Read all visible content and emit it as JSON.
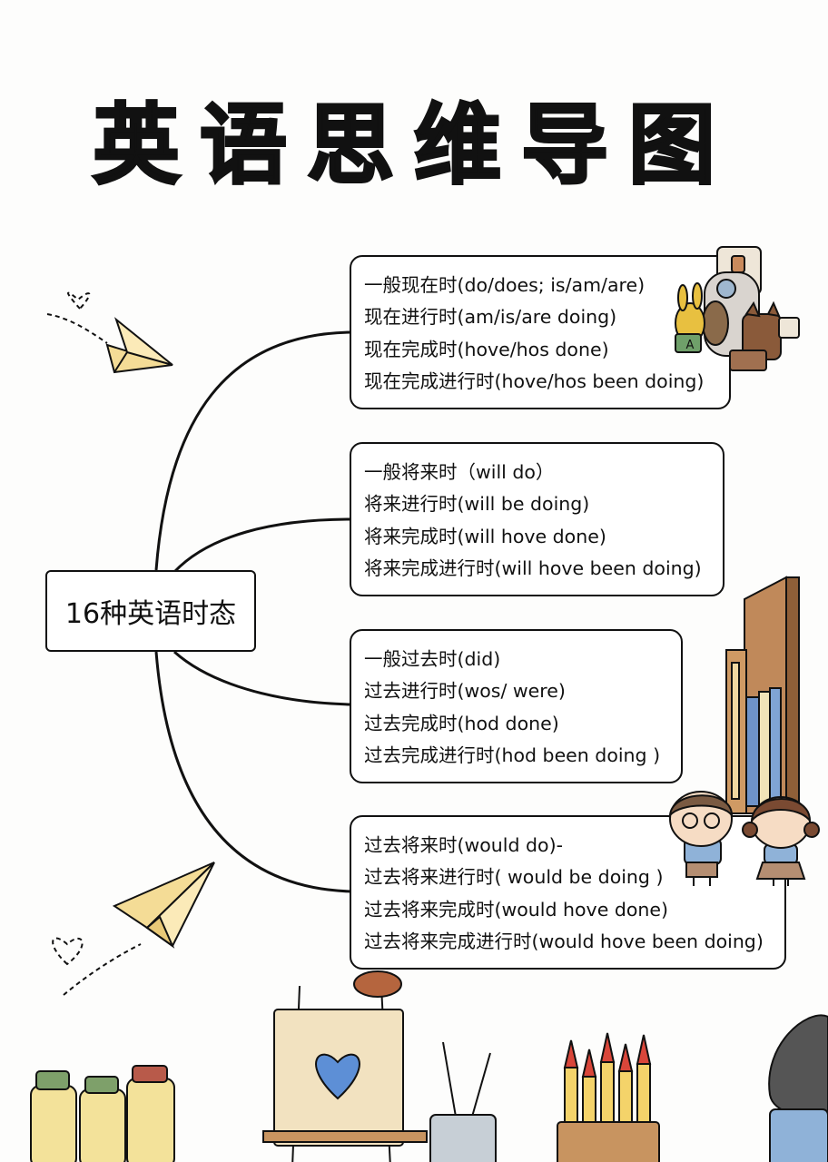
{
  "title": "英语思维导图",
  "center": {
    "label": "16种英语时态"
  },
  "groups": [
    {
      "lines": [
        "一般现在时(do/does; is/am/are)",
        "现在进行时(am/is/are doing)",
        "现在完成时(hove/hos done)",
        "现在完成进行时(hove/hos been doing)"
      ]
    },
    {
      "lines": [
        "一般将来时（will do）",
        "将来进行时(will be doing)",
        "将来完成时(will hove done)",
        "将来完成进行时(will hove been doing)"
      ]
    },
    {
      "lines": [
        "一般过去时(did)",
        "过去进行时(wos/ were)",
        "过去完成时(hod done)",
        "过去完成进行时(hod been doing )"
      ]
    },
    {
      "lines": [
        "过去将来时(would do)-",
        "过去将来进行时( would be doing )",
        "过去将来完成时(would hove done)",
        "过去将来完成进行时(would hove been doing)"
      ]
    }
  ],
  "colors": {
    "ink": "#111111",
    "paper_plane": "#f4dc96",
    "wood": "#b07a4a",
    "book_blue": "#6f93c8",
    "heart_blue": "#5d8fd6"
  }
}
